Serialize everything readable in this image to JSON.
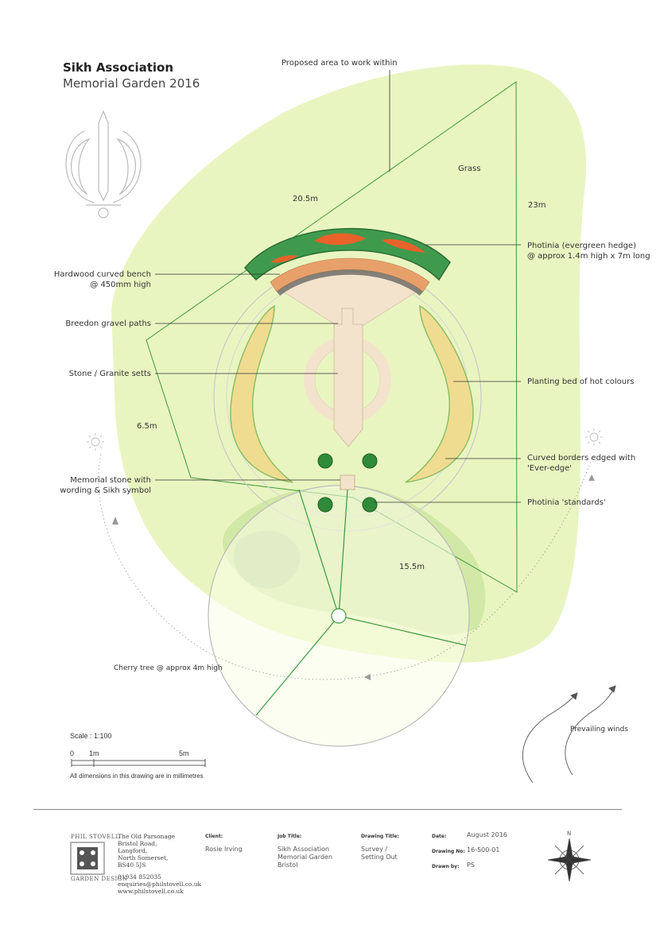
{
  "title": {
    "line1": "Sikh Association",
    "line2": "Memorial Garden 2016"
  },
  "labels": {
    "proposed_area": "Proposed area to work within",
    "grass": "Grass",
    "dim_20_5": "20.5m",
    "dim_23": "23m",
    "dim_6_5": "6.5m",
    "dim_15_5": "15.5m",
    "bench": [
      "Hardwood curved bench",
      "@ 450mm high"
    ],
    "gravel": "Breedon gravel paths",
    "setts": "Stone / Granite setts",
    "memorial": [
      "Memorial stone with",
      "wording & Sikh symbol"
    ],
    "photinia_hedge": [
      "Photinia (evergreen hedge)",
      "@ approx 1.4m high x 7m long"
    ],
    "planting_bed": "Planting bed of hot colours",
    "curved_borders": [
      "Curved borders edged with",
      "'Ever-edge'"
    ],
    "photinia_standards": "Photinia 'standards'",
    "cherry_tree": "Cherry tree @ approx 4m high",
    "prevailing_winds": "Prevailing winds"
  },
  "scale": {
    "title": "Scale : 1:100",
    "ticks": [
      "0",
      "1m",
      "5m"
    ],
    "note": "All dimensions in this drawing are in millimetres"
  },
  "footer": {
    "logo_top": "PHIL STOVELL",
    "logo_bottom": "GARDEN DESIGN",
    "address": [
      "The Old Parsonage",
      "Bristol Road,",
      "Langford,",
      "North Somerset,",
      "BS40 5JS"
    ],
    "contact": [
      "01934 852035",
      "enquiries@philstovell.co.uk",
      "www.philstovell.co.uk"
    ],
    "client_head": "Client:",
    "client_val": "Rosie Irving",
    "job_head": "Job Title:",
    "job_val": [
      "Sikh Association",
      "Memorial Garden",
      "Bristol"
    ],
    "drawing_title_head": "Drawing Title:",
    "drawing_title_val": [
      "Survey /",
      "Setting Out"
    ],
    "date_head": "Date:",
    "date_val": "August 2016",
    "drawing_no_head": "Drawing No:",
    "drawing_no_val": "16-500-01",
    "drawn_by_head": "Drawn by:",
    "drawn_by_val": "PS",
    "compass_n": "N"
  },
  "colors": {
    "grass": "#e9f5c0",
    "lawn_light": "#dff2b0",
    "hedge_green": "#3f9a4e",
    "hedge_orange": "#e8622a",
    "bench": "#e8a06a",
    "gravel": "#f3e3cc",
    "bed": "#f0dc90",
    "line_green": "#3c9a3c",
    "circle_gray": "#c8c8c8"
  }
}
